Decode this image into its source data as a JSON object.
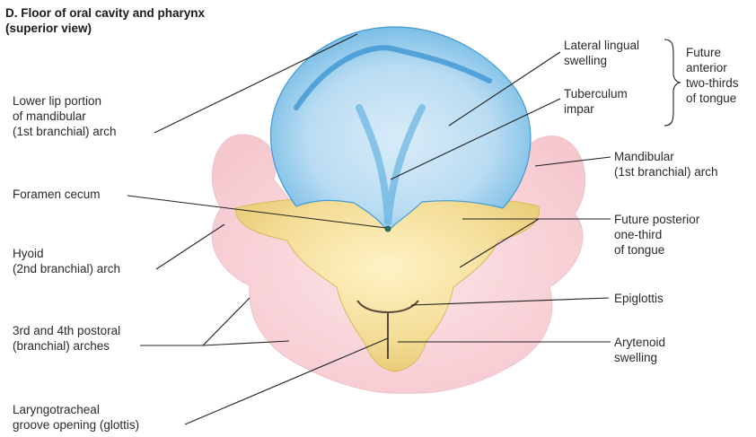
{
  "title": {
    "line1": "D. Floor of oral cavity and pharynx",
    "line2": "(superior view)"
  },
  "labels": {
    "lower_lip": [
      "Lower lip portion",
      "of mandibular",
      "(1st branchial) arch"
    ],
    "foramen_cecum": [
      "Foramen cecum"
    ],
    "hyoid": [
      "Hyoid",
      "(2nd branchial) arch"
    ],
    "postoral_arches": [
      "3rd and 4th postoral",
      "(branchial) arches"
    ],
    "laryngotracheal": [
      "Laryngotracheal",
      "groove opening (glottis)"
    ],
    "lateral_lingual": [
      "Lateral lingual",
      "swelling"
    ],
    "tuberculum_impar": [
      "Tuberculum",
      "impar"
    ],
    "future_anterior": [
      "Future",
      "anterior",
      "two-thirds",
      "of tongue"
    ],
    "mandibular_arch": [
      "Mandibular",
      "(1st branchial) arch"
    ],
    "future_posterior": [
      "Future posterior",
      "one-third",
      "of tongue"
    ],
    "epiglottis": [
      "Epiglottis"
    ],
    "arytenoid": [
      "Arytenoid",
      "swelling"
    ]
  },
  "colors": {
    "pink_arches": "#f6cfd4",
    "blue_anterior": "#4aa6dc",
    "yellow_posterior": "#f2d98e",
    "leader_lines": "#222222"
  }
}
